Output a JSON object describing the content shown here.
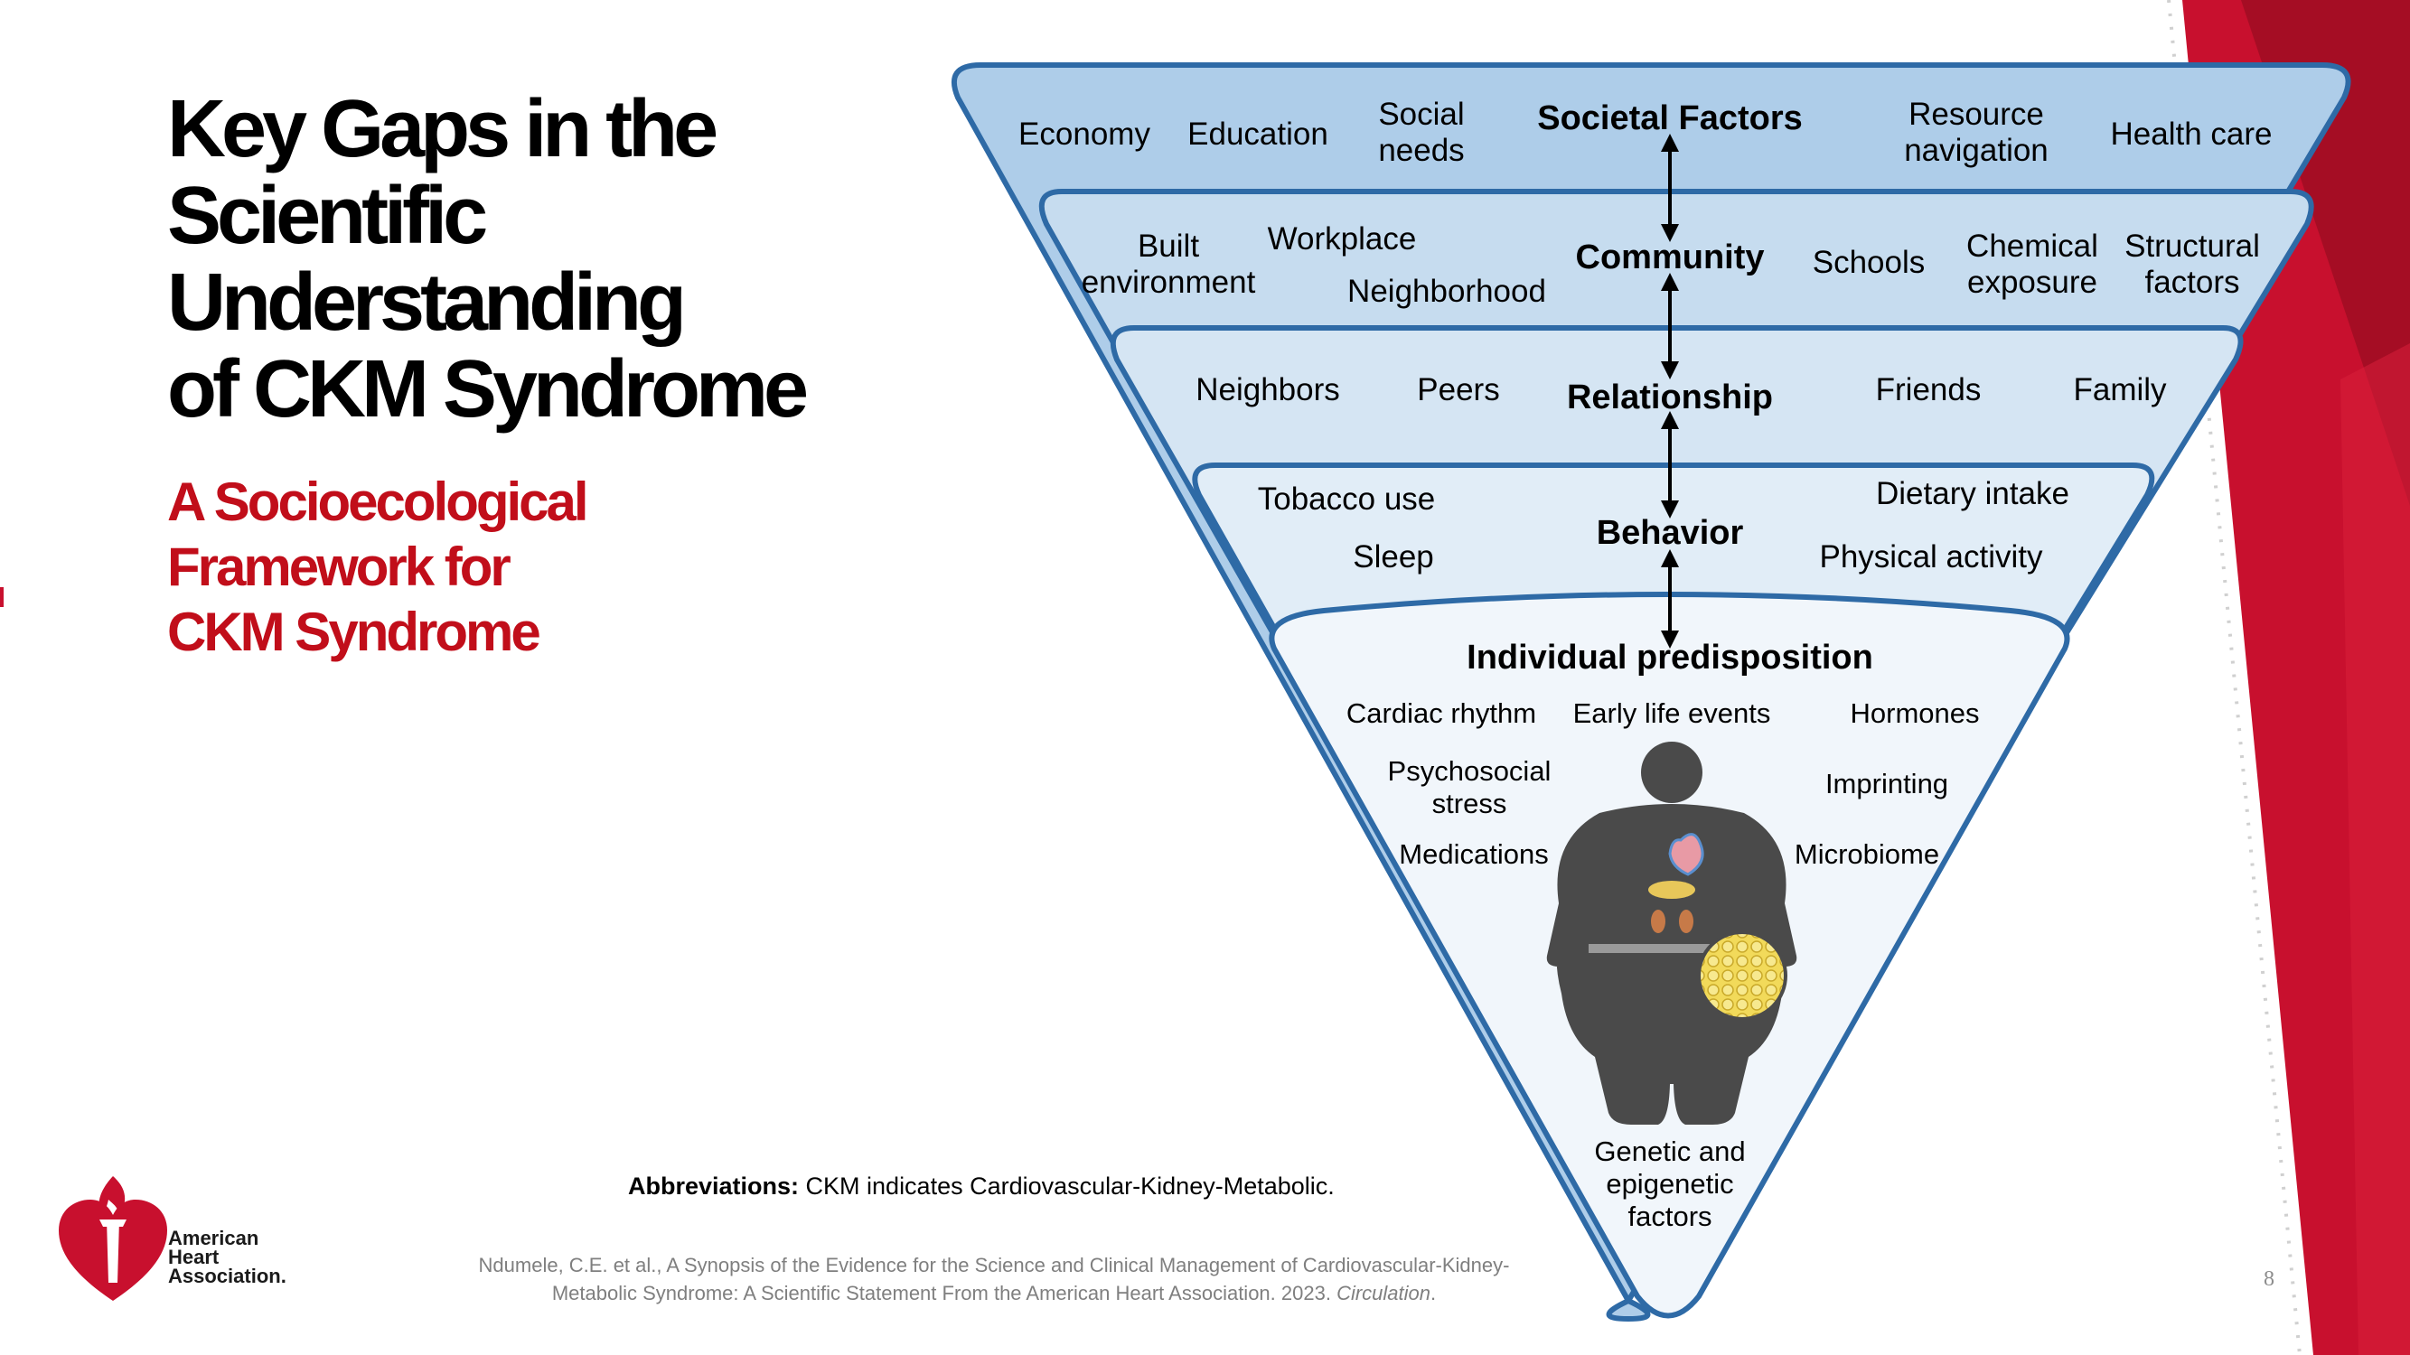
{
  "slide": {
    "title_lines": [
      "Key Gaps in the",
      "Scientific",
      "Understanding",
      "of CKM Syndrome"
    ],
    "subtitle_lines": [
      "A Socioecological",
      "Framework for",
      "CKM Syndrome"
    ],
    "abbreviations_label": "Abbreviations:",
    "abbreviations_text": " CKM indicates Cardiovascular-Kidney-Metabolic.",
    "citation_line1": "Ndumele, C.E. et al., A Synopsis of the Evidence for the Science and Clinical Management of Cardiovascular-Kidney-",
    "citation_line2": "Metabolic Syndrome: A Scientific Statement From the American Heart Association. 2023. ",
    "citation_journal": "Circulation",
    "citation_end": ".",
    "page_number": "8",
    "logo_text_lines": [
      "American",
      "Heart",
      "Association."
    ]
  },
  "colors": {
    "title": "#000000",
    "subtitle": "#c10e1a",
    "outline": "#2e6aa6",
    "level1_fill": "#aecde9",
    "level2_fill": "#c6dcef",
    "level3_fill": "#d5e5f3",
    "level4_fill": "#e1edf7",
    "level5_fill": "#f1f6fb",
    "body_silhouette": "#4a4a4a",
    "fat_cells": "#f2da5a",
    "accent_red": "#c8102e"
  },
  "diagram": {
    "societal": {
      "heading": "Societal Factors",
      "economy": "Economy",
      "education": "Education",
      "social_needs": [
        "Social",
        "needs"
      ],
      "resource_navigation": [
        "Resource",
        "navigation"
      ],
      "health_care": "Health care"
    },
    "community": {
      "heading": "Community",
      "built_environment": [
        "Built",
        "environment"
      ],
      "workplace": "Workplace",
      "neighborhood": "Neighborhood",
      "schools": "Schools",
      "chemical_exposure": [
        "Chemical",
        "exposure"
      ],
      "structural_factors": [
        "Structural",
        "factors"
      ]
    },
    "relationship": {
      "heading": "Relationship",
      "neighbors": "Neighbors",
      "peers": "Peers",
      "friends": "Friends",
      "family": "Family"
    },
    "behavior": {
      "heading": "Behavior",
      "tobacco": "Tobacco use",
      "sleep": "Sleep",
      "dietary": "Dietary intake",
      "physical": "Physical activity"
    },
    "individual": {
      "heading": "Individual predisposition",
      "cardiac": "Cardiac rhythm",
      "early_life": "Early life events",
      "hormones": "Hormones",
      "psychosocial": [
        "Psychosocial",
        "stress"
      ],
      "imprinting": "Imprinting",
      "medications": "Medications",
      "microbiome": "Microbiome",
      "genetic": [
        "Genetic and",
        "epigenetic",
        "factors"
      ]
    }
  }
}
